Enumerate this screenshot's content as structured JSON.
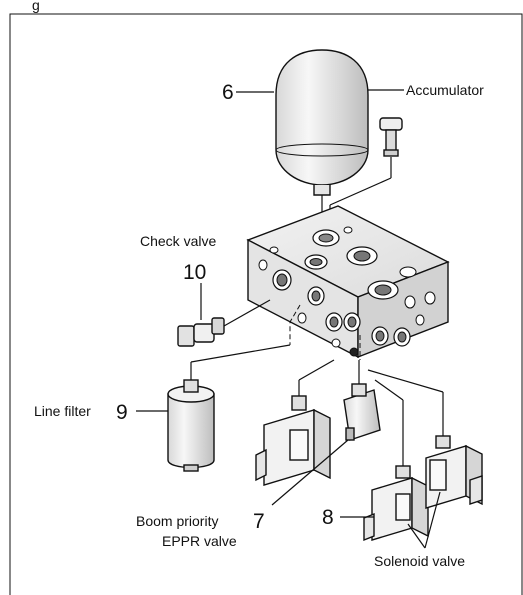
{
  "top_fragment": "g",
  "labels": {
    "accumulator": "Accumulator",
    "check_valve": "Check valve",
    "line_filter": "Line filter",
    "boom_priority_line1": "Boom priority",
    "boom_priority_line2": "EPPR valve",
    "solenoid_valve": "Solenoid valve"
  },
  "numbers": {
    "accumulator": "6",
    "boom_priority": "7",
    "solenoid": "8",
    "line_filter": "9",
    "check_valve": "10"
  }
}
